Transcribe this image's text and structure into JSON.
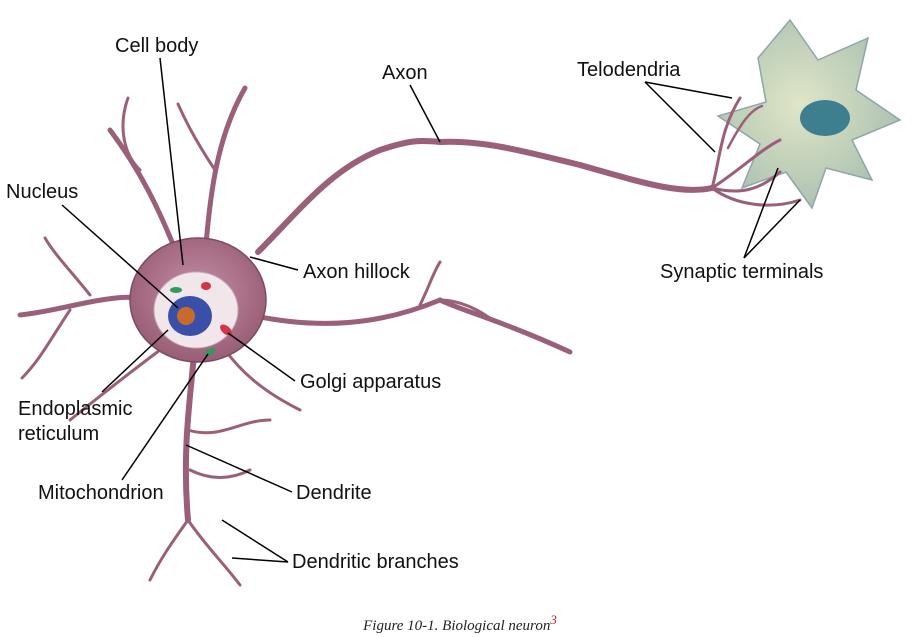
{
  "labels": {
    "cell_body": "Cell body",
    "axon": "Axon",
    "telodendria": "Telodendria",
    "nucleus": "Nucleus",
    "axon_hillock": "Axon hillock",
    "synaptic_terminals": "Synaptic terminals",
    "golgi_apparatus": "Golgi apparatus",
    "endoplasmic_line1": "Endoplasmic",
    "endoplasmic_line2": "reticulum",
    "mitochondrion": "Mitochondrion",
    "dendrite": "Dendrite",
    "dendritic_branches": "Dendritic branches"
  },
  "caption": {
    "text": "Figure 10-1. Biological neuron",
    "footnote": "3"
  },
  "colors": {
    "neuron_body": "#9a5f79",
    "neuron_edge": "#7e4a63",
    "target_cell": "#c7d2b0",
    "target_nucleus": "#3d7f8e",
    "cell_inner": "#f1e6ea",
    "nucleus_blue": "#3a4fa8",
    "nucleolus": "#c86a2b"
  }
}
